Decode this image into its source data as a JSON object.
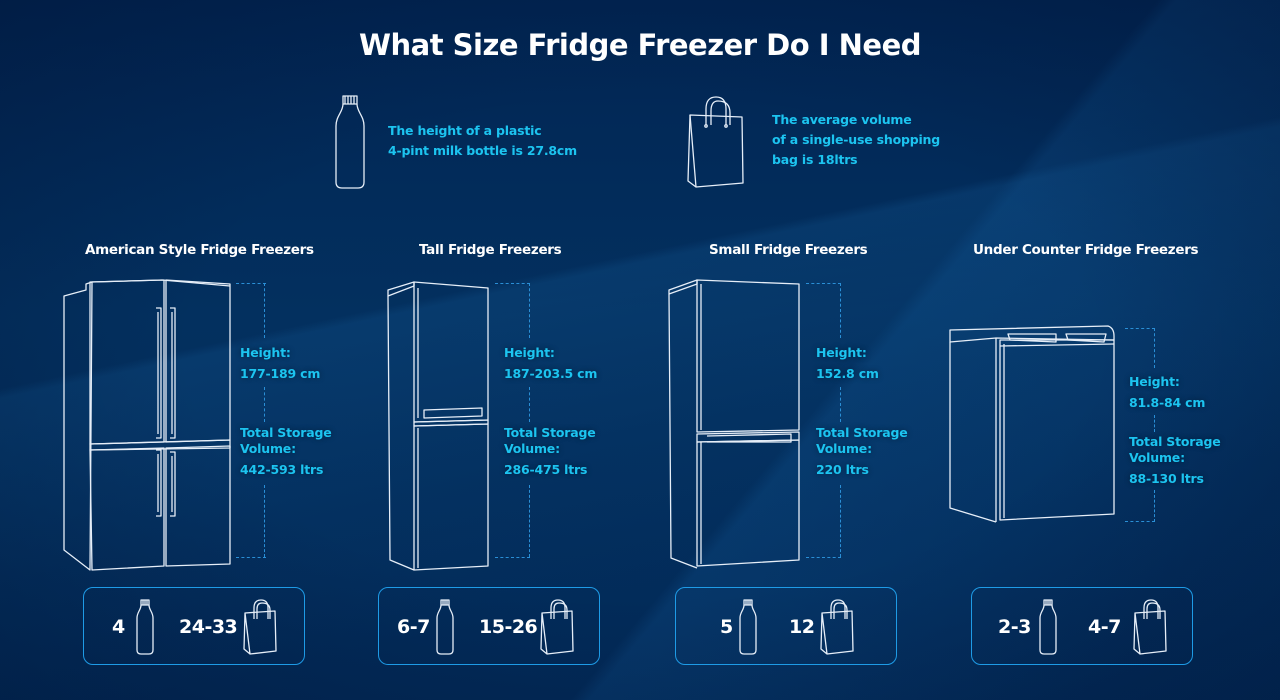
{
  "title": "What Size Fridge Freezer Do I Need",
  "colors": {
    "background": "#012a5a",
    "accent_cyan": "#1cc4f0",
    "box_border": "#1e9be6",
    "title_white": "#ffffff"
  },
  "references": {
    "bottle": {
      "icon": "milk-bottle-icon",
      "line1": "The height of a plastic",
      "line2": "4-pint milk bottle is 27.8cm"
    },
    "bag": {
      "icon": "shopping-bag-icon",
      "line1": "The average volume",
      "line2": "of a single-use shopping",
      "line3": "bag is 18ltrs"
    }
  },
  "categories": [
    {
      "name": "American Style Fridge Freezers",
      "height_label": "Height:",
      "height_value": "177-189 cm",
      "storage_label_1": "Total Storage",
      "storage_label_2": "Volume:",
      "storage_value": "442-593 ltrs",
      "bottles": "4",
      "bags": "24-33"
    },
    {
      "name": "Tall Fridge Freezers",
      "height_label": "Height:",
      "height_value": "187-203.5 cm",
      "storage_label_1": "Total Storage",
      "storage_label_2": "Volume:",
      "storage_value": "286-475 ltrs",
      "bottles": "6-7",
      "bags": "15-26"
    },
    {
      "name": "Small Fridge Freezers",
      "height_label": "Height:",
      "height_value": "152.8 cm",
      "storage_label_1": "Total Storage",
      "storage_label_2": "Volume:",
      "storage_value": "220 ltrs",
      "bottles": "5",
      "bags": "12"
    },
    {
      "name": "Under Counter Fridge Freezers",
      "height_label": "Height:",
      "height_value": "81.8-84 cm",
      "storage_label_1": "Total Storage",
      "storage_label_2": "Volume:",
      "storage_value": "88-130 ltrs",
      "bottles": "2-3",
      "bags": "4-7"
    }
  ]
}
